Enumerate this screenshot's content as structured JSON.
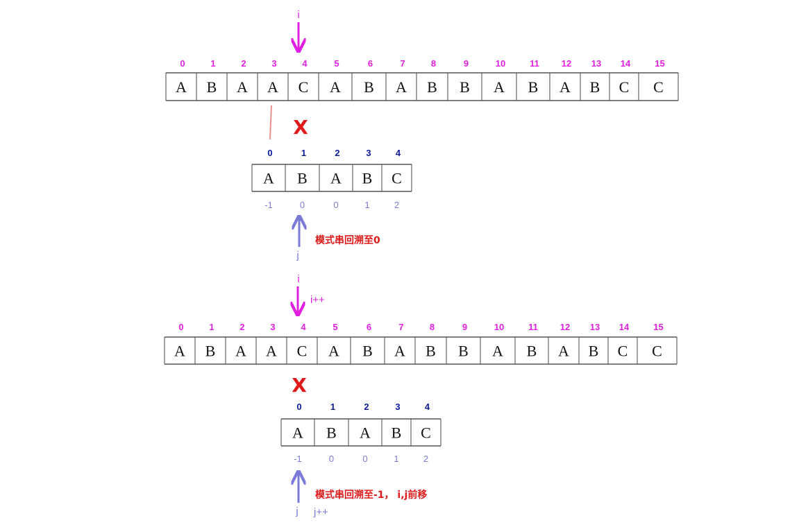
{
  "colors": {
    "main_index": "#e020e0",
    "pattern_index": "#0a1a9a",
    "next_value": "#7a7ad8",
    "note": "#e01a1a",
    "arrow_i": "#e020e0",
    "arrow_j": "#7a7ad8",
    "mismatch": "#e01a1a"
  },
  "main_string": {
    "chars": [
      "A",
      "B",
      "A",
      "A",
      "C",
      "A",
      "B",
      "A",
      "B",
      "B",
      "A",
      "B",
      "A",
      "B",
      "C",
      "C"
    ],
    "indices": [
      "0",
      "1",
      "2",
      "3",
      "4",
      "5",
      "6",
      "7",
      "8",
      "9",
      "10",
      "11",
      "12",
      "13",
      "14",
      "15"
    ]
  },
  "pattern": {
    "chars": [
      "A",
      "B",
      "A",
      "B",
      "C"
    ],
    "indices": [
      "0",
      "1",
      "2",
      "3",
      "4"
    ],
    "next": [
      "-1",
      "0",
      "0",
      "1",
      "2"
    ]
  },
  "step1": {
    "i_label": "i",
    "j_label": "j",
    "mismatch_mark": "X",
    "note": "模式串回溯至0"
  },
  "step2": {
    "i_label": "i",
    "i_inc_label": "i++",
    "j_label": "j",
    "j_inc_label": "j++",
    "mismatch_mark": "X",
    "note": "模式串回溯至-1， i,j前移"
  }
}
